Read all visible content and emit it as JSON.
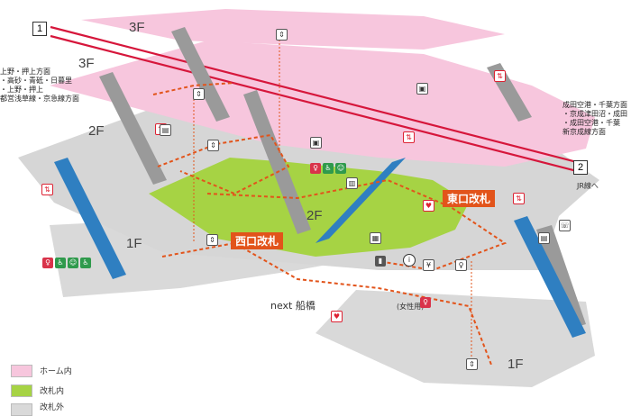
{
  "floors": {
    "f3_top": "3F",
    "f3_mid": "3F",
    "f2_left": "2F",
    "f2_center": "2F",
    "f1_left": "1F",
    "f1_right": "1F"
  },
  "tracks": {
    "track1": "1",
    "track2": "2"
  },
  "destinations_left": {
    "line1": "上野・押上方面",
    "line2": "・高砂・青砥・日暮里",
    "line3": "・上野・押上",
    "line4": "都営浅草線・京急線方面"
  },
  "destinations_right": {
    "line1": "成田空港・千葉方面",
    "line2": "・京成津田沼・成田",
    "line3": "・成田空港・千葉",
    "line4": "新京成線方面"
  },
  "gates": {
    "west": "西口改札",
    "east": "東口改札"
  },
  "places": {
    "next_funabashi": "next 船橋",
    "jr_line": "JR線へ",
    "womens": "(女性用)"
  },
  "legend": [
    {
      "label": "ホーム内",
      "color": "#f7c6dd"
    },
    {
      "label": "改札内",
      "color": "#a6d344"
    },
    {
      "label": "改札外",
      "color": "#d9d9d9"
    }
  ],
  "colors": {
    "platform": "#f7c6dd",
    "gate_inside": "#a6d344",
    "gate_outside": "#d9d9d9",
    "rail": "#d6163b",
    "route": "#e2541b",
    "escalator": "#2f7fc1"
  }
}
